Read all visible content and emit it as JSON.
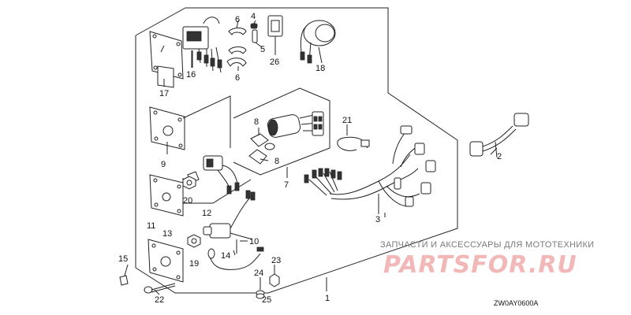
{
  "diagram": {
    "callouts": [
      {
        "id": "c1",
        "text": "1"
      },
      {
        "id": "c2",
        "text": "2"
      },
      {
        "id": "c3",
        "text": "3"
      },
      {
        "id": "c4",
        "text": "4"
      },
      {
        "id": "c5",
        "text": "5"
      },
      {
        "id": "c6a",
        "text": "6"
      },
      {
        "id": "c6b",
        "text": "6"
      },
      {
        "id": "c7",
        "text": "7"
      },
      {
        "id": "c8a",
        "text": "8"
      },
      {
        "id": "c8b",
        "text": "8"
      },
      {
        "id": "c9",
        "text": "9"
      },
      {
        "id": "c10",
        "text": "10"
      },
      {
        "id": "c11",
        "text": "11"
      },
      {
        "id": "c12",
        "text": "12"
      },
      {
        "id": "c13",
        "text": "13"
      },
      {
        "id": "c14",
        "text": "14"
      },
      {
        "id": "c15",
        "text": "15"
      },
      {
        "id": "c16",
        "text": "16"
      },
      {
        "id": "c17",
        "text": "17"
      },
      {
        "id": "c18",
        "text": "18"
      },
      {
        "id": "c19",
        "text": "19"
      },
      {
        "id": "c20",
        "text": "20"
      },
      {
        "id": "c21",
        "text": "21"
      },
      {
        "id": "c22",
        "text": "22"
      },
      {
        "id": "c23",
        "text": "23"
      },
      {
        "id": "c24",
        "text": "24"
      },
      {
        "id": "c25",
        "text": "25"
      },
      {
        "id": "c26",
        "text": "26"
      }
    ],
    "diagram_code": "ZW0AY0600A"
  },
  "watermark": {
    "tagline": "ЗАПЧАСТИ И АКСЕССУАРЫ ДЛЯ МОТОТЕХНИКИ",
    "logo": "PARTSFOR.RU"
  },
  "colors": {
    "line": "#222222",
    "watermark_text": "#7a7a7a",
    "watermark_logo": "#f2b8b8"
  }
}
